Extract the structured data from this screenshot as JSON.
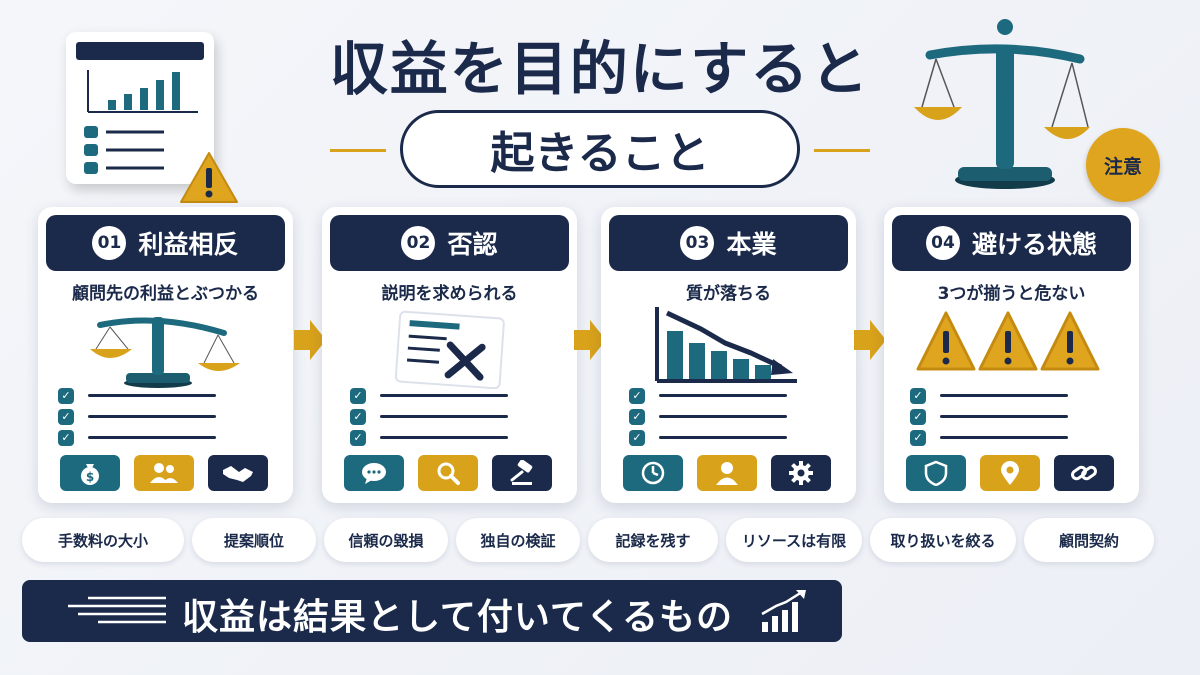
{
  "title": "収益を目的にすると",
  "subtitle": "起きること",
  "badge": "注意",
  "cards": [
    {
      "num": "01",
      "title": "利益相反",
      "sub": "顧問先の利益とぶつかる"
    },
    {
      "num": "02",
      "title": "否認",
      "sub": "説明を求められる"
    },
    {
      "num": "03",
      "title": "本業",
      "sub": "質が落ちる"
    },
    {
      "num": "04",
      "title": "避ける状態",
      "sub": "3つが揃うと危ない"
    }
  ],
  "icons": [
    [
      "money-bag-icon",
      "people-icon",
      "handshake-icon"
    ],
    [
      "chat-bubble-icon",
      "magnifier-icon",
      "gavel-icon"
    ],
    [
      "clock-icon",
      "person-icon",
      "gear-icon"
    ],
    [
      "shield-icon",
      "location-pin-icon",
      "link-icon"
    ]
  ],
  "tags": [
    "手数料の大小",
    "提案順位",
    "信頼の毀損",
    "独自の検証",
    "記録を残す",
    "リソースは有限",
    "取り扱いを絞る",
    "顧問契約"
  ],
  "banner": "収益は結果として付いてくるもの",
  "colors": {
    "navy": "#1b2a4a",
    "teal": "#1d6a7e",
    "gold": "#d9a21b",
    "background": "#eef1f6"
  }
}
